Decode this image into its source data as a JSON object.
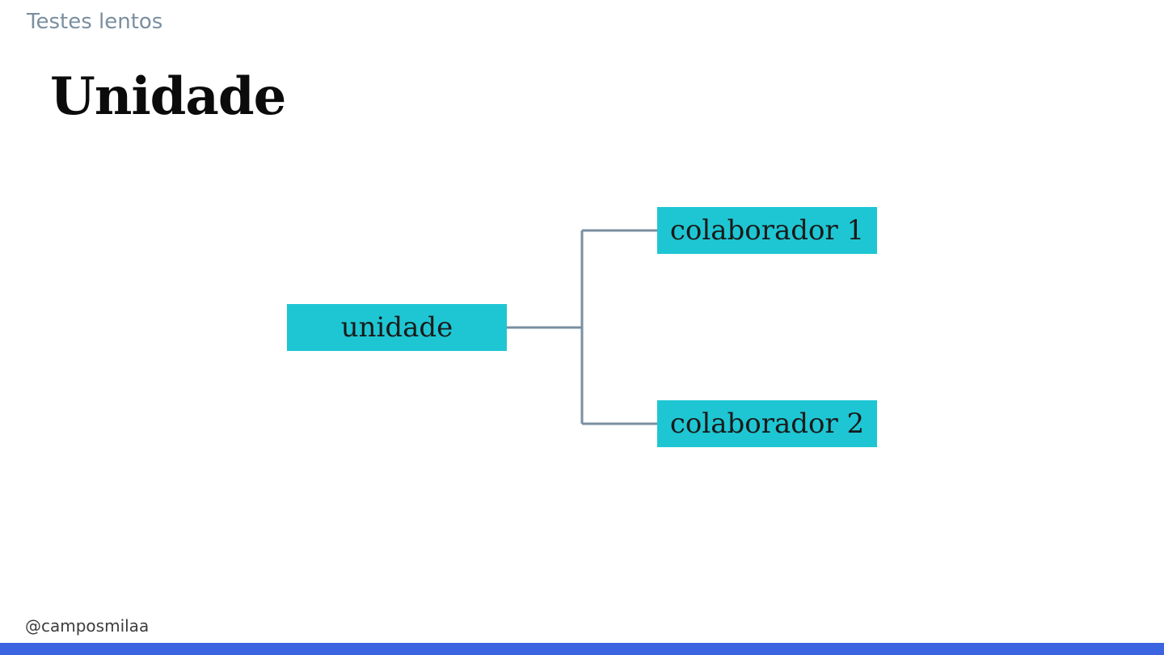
{
  "header": {
    "section_label": "Testes lentos",
    "title": "Unidade"
  },
  "diagram": {
    "root": {
      "label": "unidade"
    },
    "children": [
      {
        "label": "colaborador 1"
      },
      {
        "label": "colaborador 2"
      }
    ]
  },
  "footer": {
    "handle": "@camposmilaa"
  },
  "colors": {
    "node_fill": "#1ec6d3",
    "connector": "#7a8fa0",
    "accent_bar": "#3a64e0"
  }
}
